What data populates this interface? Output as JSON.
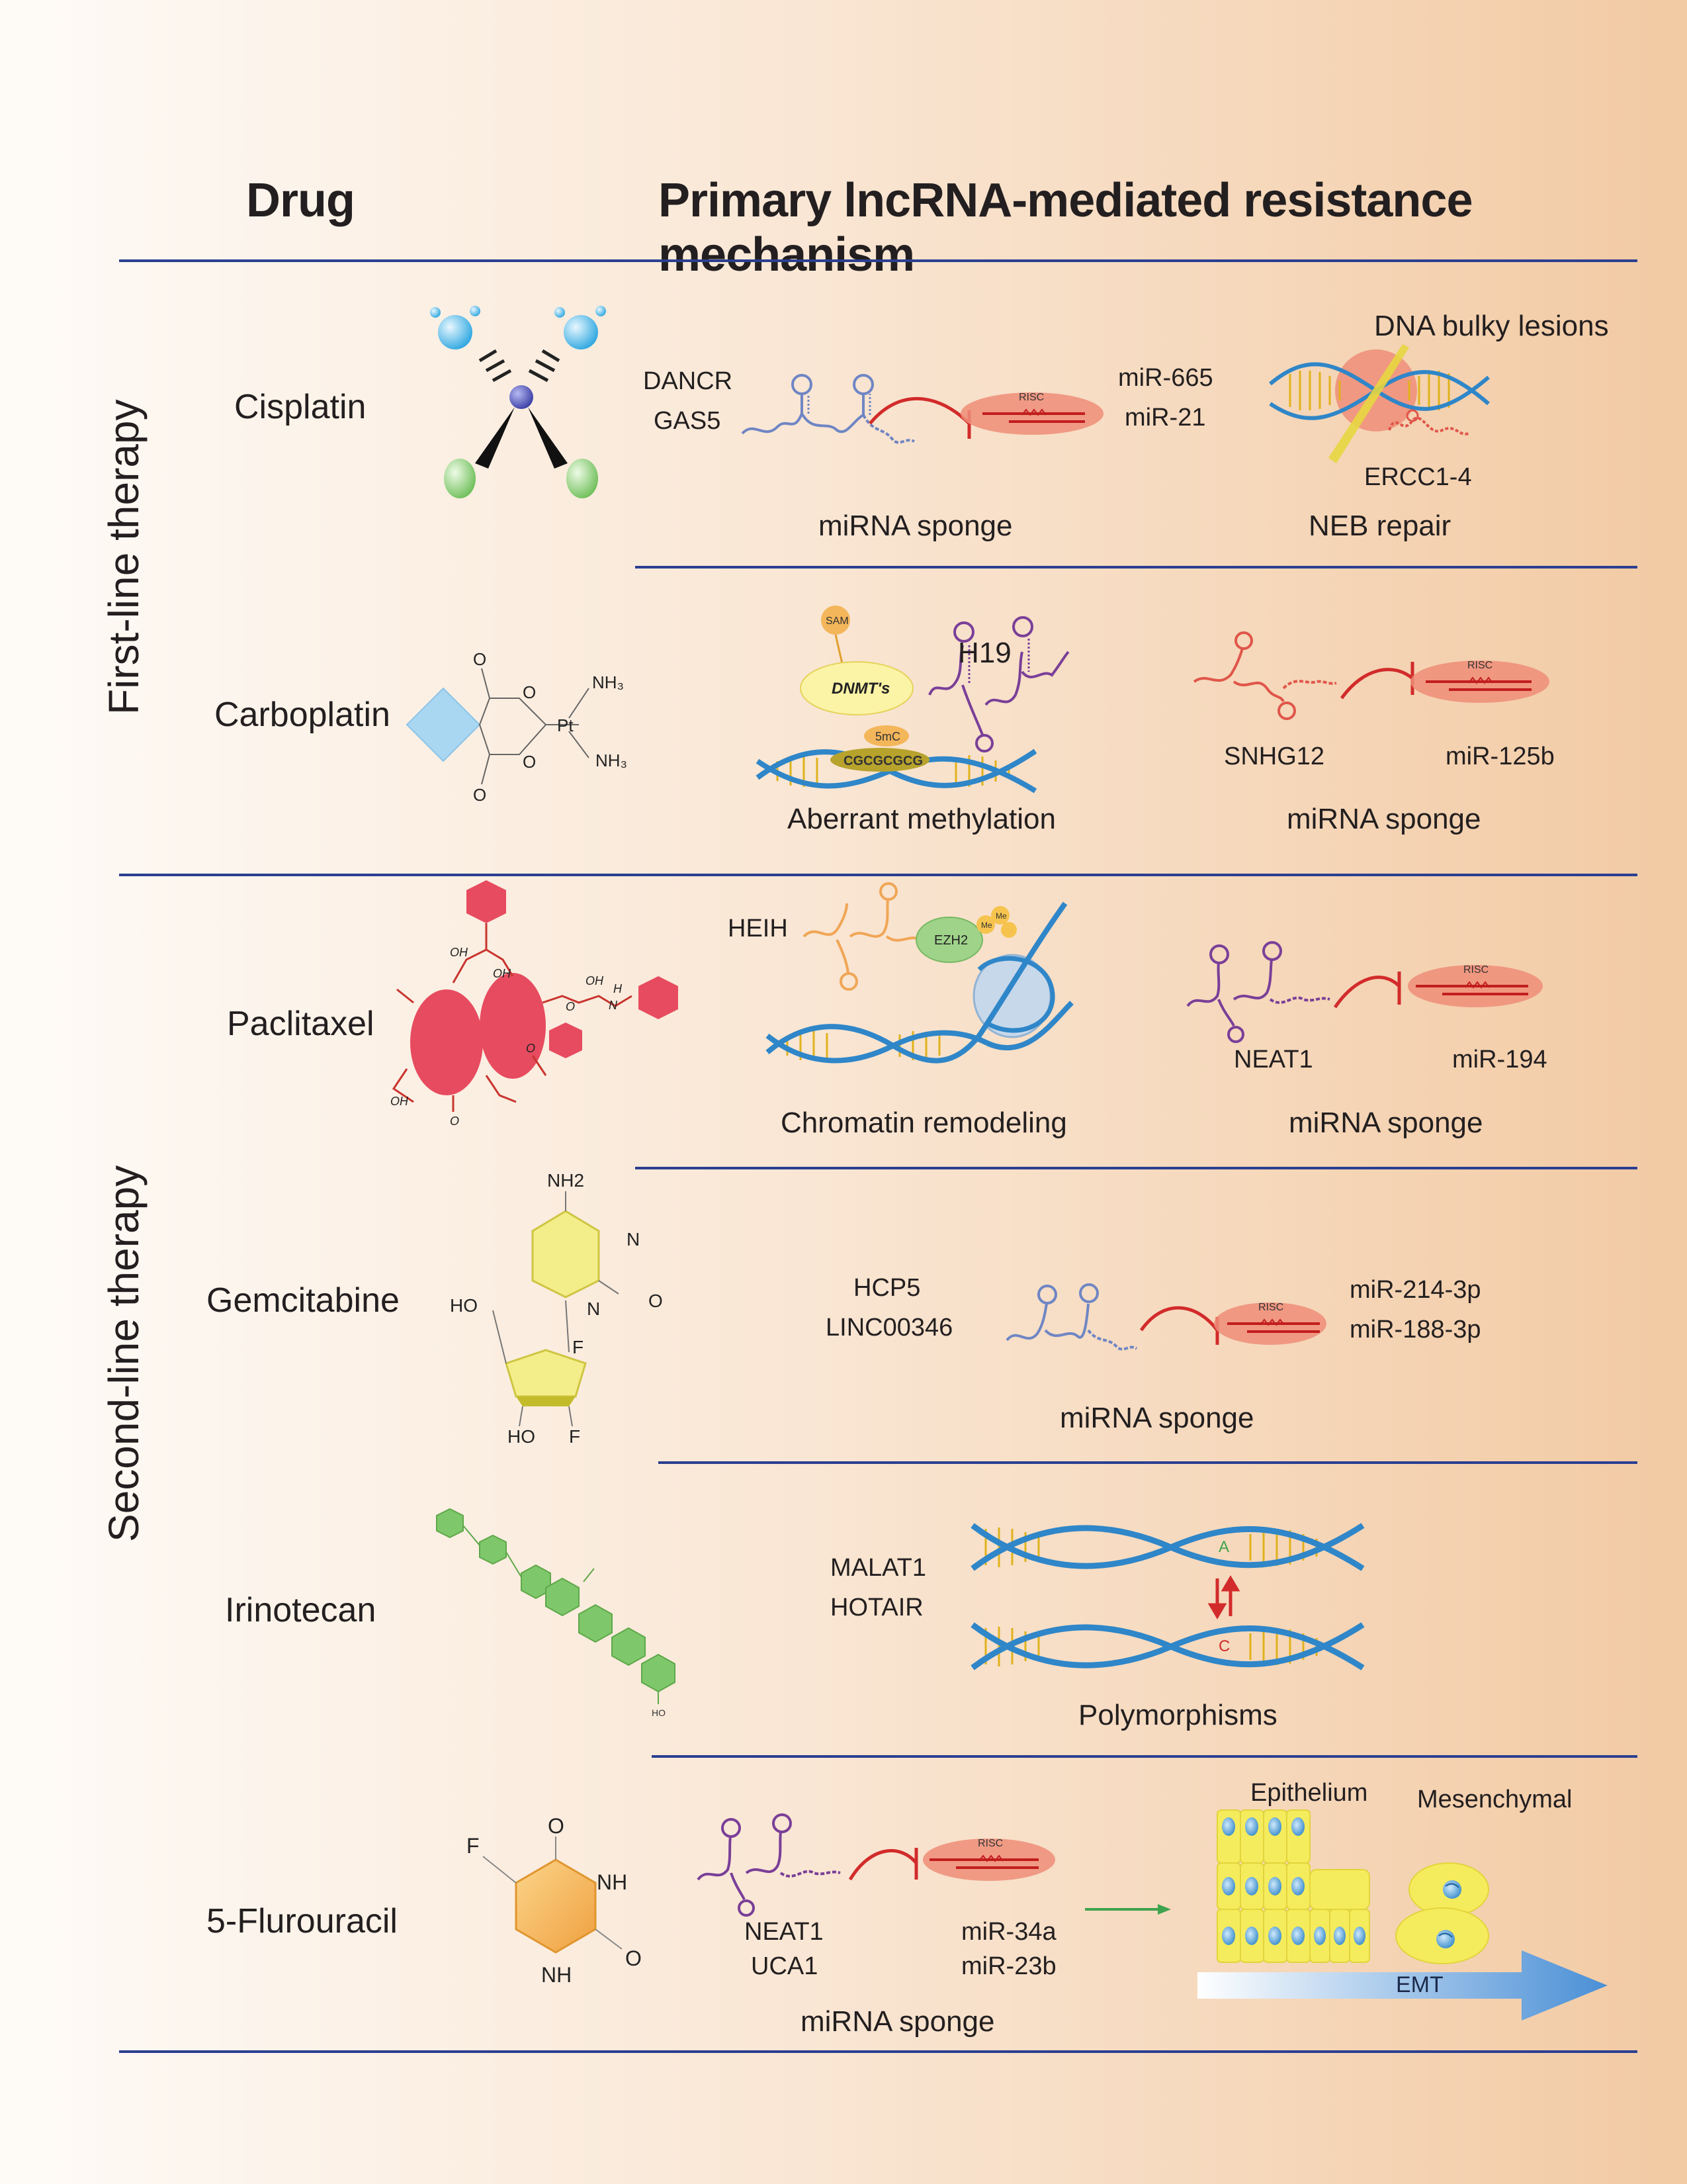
{
  "headers": {
    "drug": "Drug",
    "mechanism": "Primary lncRNA-mediated resistance mechanism"
  },
  "side_labels": {
    "first_line": "First-line therapy",
    "second_line": "Second-line therapy"
  },
  "rows": {
    "cisplatin": {
      "drug": "Cisplatin",
      "lnc1": "DANCR",
      "lnc2": "GAS5",
      "mir1": "miR-665",
      "mir2": "miR-21",
      "mech1": "miRNA sponge",
      "lesions": "DNA bulky lesions",
      "ercc": "ERCC1-4",
      "mech2": "NEB repair"
    },
    "carboplatin": {
      "drug": "Carboplatin",
      "sam": "SAM",
      "dnmt": "DNMT's",
      "h19": "H19",
      "fivemc": "5mC",
      "cg": "CGCGCGCG",
      "mech1": "Aberrant methylation",
      "lnc": "SNHG12",
      "mir": "miR-125b",
      "mech2": "miRNA sponge",
      "o1": "O",
      "o2": "O",
      "o3": "O",
      "o4": "O",
      "pt": "Pt",
      "nh3a": "NH₃",
      "nh3b": "NH₃"
    },
    "paclitaxel": {
      "drug": "Paclitaxel",
      "heih": "HEIH",
      "ezh2": "EZH2",
      "me": "Me",
      "mech1": "Chromatin remodeling",
      "lnc": "NEAT1",
      "mir": "miR-194",
      "mech2": "miRNA sponge",
      "oh": "OH",
      "o": "O",
      "h": "H",
      "n": "N"
    },
    "gemcitabine": {
      "drug": "Gemcitabine",
      "nh2": "NH2",
      "n1": "N",
      "n2": "N",
      "o": "O",
      "ho1": "HO",
      "ho2": "HO",
      "f1": "F",
      "f2": "F",
      "lnc1": "HCP5",
      "lnc2": "LINC00346",
      "mir1": "miR-214-3p",
      "mir2": "miR-188-3p",
      "mech": "miRNA sponge"
    },
    "irinotecan": {
      "drug": "Irinotecan",
      "lnc1": "MALAT1",
      "lnc2": "HOTAIR",
      "base_a": "A",
      "base_c": "C",
      "mech": "Polymorphisms",
      "ho": "HO"
    },
    "fluorouracil": {
      "drug": "5-Flurouracil",
      "f": "F",
      "o1": "O",
      "o2": "O",
      "nh1": "NH",
      "nh2": "NH",
      "lnc1": "NEAT1",
      "lnc2": "UCA1",
      "mir1": "miR-34a",
      "mir2": "miR-23b",
      "mech": "miRNA sponge",
      "epithelium": "Epithelium",
      "mesenchymal": "Mesenchymal",
      "emt": "EMT"
    }
  },
  "risc_label": "RISC",
  "colors": {
    "rule": "#2b3f91",
    "inhibit": "#d22b2b",
    "dna_blue": "#2f86c8",
    "dna_rung": "#e0b21c",
    "rna_blue": "#6f86c4",
    "rna_purple": "#7a3f98",
    "rna_orange": "#f0a656",
    "rna_red": "#e0564a",
    "risc": "#ef8d78",
    "arrow_green": "#3fa34d",
    "emt_blue": "#4a8fd6"
  }
}
